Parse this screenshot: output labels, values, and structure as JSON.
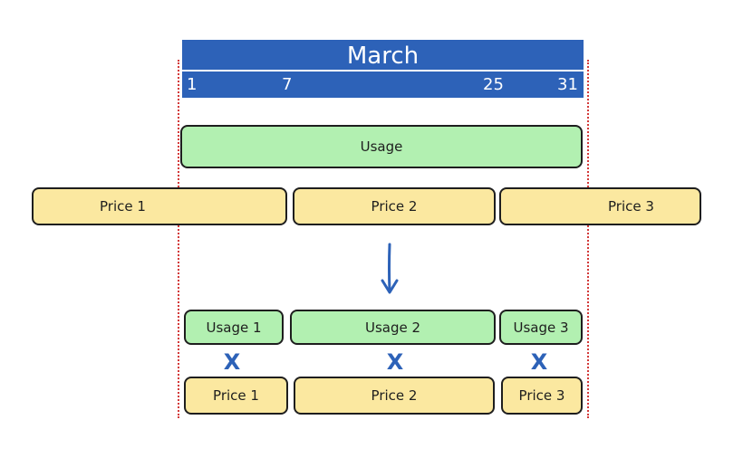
{
  "month": {
    "title": "March",
    "days": [
      "1",
      "7",
      "25",
      "31"
    ]
  },
  "usage_total": {
    "label": "Usage"
  },
  "prices": [
    {
      "label": "Price 1"
    },
    {
      "label": "Price 2"
    },
    {
      "label": "Price 3"
    }
  ],
  "split_usage": [
    {
      "label": "Usage 1"
    },
    {
      "label": "Usage 2"
    },
    {
      "label": "Usage 3"
    }
  ],
  "split_prices": [
    {
      "label": "Price 1"
    },
    {
      "label": "Price 2"
    },
    {
      "label": "Price 3"
    }
  ],
  "operator": "X",
  "colors": {
    "month_bar": "#2d62b8",
    "usage_fill": "#b2f0b1",
    "price_fill": "#fbe8a0",
    "guide_line": "#d33a3a",
    "arrow": "#2d62b8"
  },
  "icons": {
    "arrow": "arrow-down-icon"
  }
}
